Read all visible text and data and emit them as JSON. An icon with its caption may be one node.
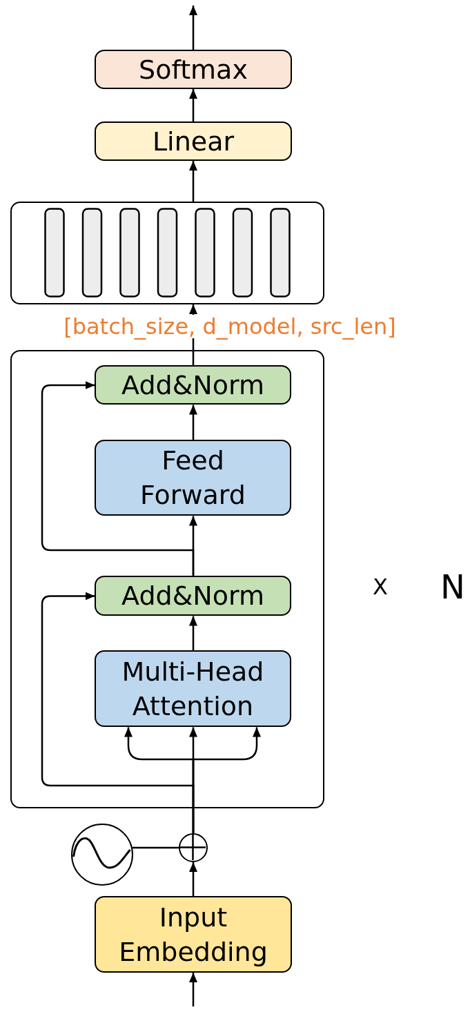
{
  "diagram": {
    "nodes": [
      {
        "text": [
          "Softmax"
        ]
      },
      {
        "text": [
          "Linear"
        ]
      },
      {
        "text": [],
        "shape": "box"
      },
      {
        "text": [],
        "shape": "box",
        "beside": [
          "X",
          "N"
        ]
      },
      {
        "text": [
          "Add&Norm"
        ],
        "in": 3
      },
      {
        "text": [
          "Feed Forward"
        ],
        "in": 3
      },
      {
        "text": [
          "Add&Norm"
        ],
        "in": 3
      },
      {
        "text": [
          "Multi-Head Attention"
        ],
        "in": 3
      },
      {
        "text": [],
        "shape": "circle"
      },
      {
        "text": [],
        "shape": "circle"
      },
      {
        "text": [
          "Input Embedding"
        ]
      }
    ],
    "edges": [
      {
        "from": 0,
        "to": null,
        "arrow": "to"
      },
      {
        "from": 1,
        "to": 0,
        "arrow": "to"
      },
      {
        "from": 2,
        "to": 1,
        "arrow": "to"
      },
      {
        "from": 4,
        "to": 2,
        "arrow": "to",
        "label": "[batch_size, d_model, src_len]"
      },
      {
        "from": 5,
        "to": 4,
        "arrow": "to"
      },
      {
        "from": 6,
        "to": 5,
        "arrow": "to"
      },
      {
        "from": 6,
        "to": 4,
        "arrow": "to"
      },
      {
        "from": 7,
        "to": 6,
        "arrow": "to"
      },
      {
        "from": 9,
        "to": 7,
        "arrow": "to"
      },
      {
        "from": 9,
        "to": 7,
        "arrow": "to"
      },
      {
        "from": 9,
        "to": 7,
        "arrow": "to"
      },
      {
        "from": 9,
        "to": 6,
        "arrow": "to"
      },
      {
        "from": 8,
        "to": 9,
        "arrow": "none"
      },
      {
        "from": 10,
        "to": 9,
        "arrow": "to"
      },
      {
        "from": null,
        "to": 10,
        "arrow": "to"
      }
    ]
  }
}
